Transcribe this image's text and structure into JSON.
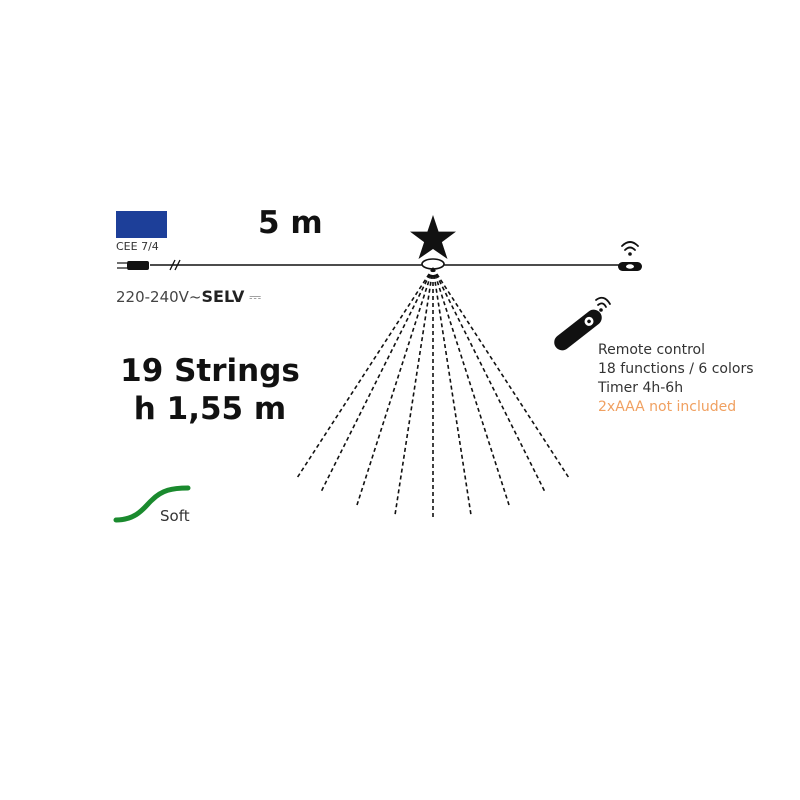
{
  "plug": {
    "type_label": "CEE 7/4",
    "flag_icon": "eu-flag-icon"
  },
  "cable": {
    "length_label": "5 m"
  },
  "power": {
    "voltage": "220-240V~",
    "selv_label": "SELV",
    "dc_symbol": "⎓"
  },
  "strings": {
    "count_label": "19 Strings",
    "height_label": "h 1,55 m"
  },
  "wire": {
    "type_label": "Soft",
    "color": "#1a8a2e"
  },
  "remote": {
    "title": "Remote control",
    "functions": "18 functions / 6 colors",
    "timer": "Timer 4h-6h",
    "battery_note": "2xAAA not included",
    "battery_note_color": "#f0a060"
  },
  "colors": {
    "flag_blue": "#1d3f99",
    "flag_star": "#ffd200",
    "line": "#111111"
  },
  "icons": [
    "star-icon",
    "remote-control-icon",
    "signal-icon",
    "plug-icon",
    "receiver-icon"
  ]
}
